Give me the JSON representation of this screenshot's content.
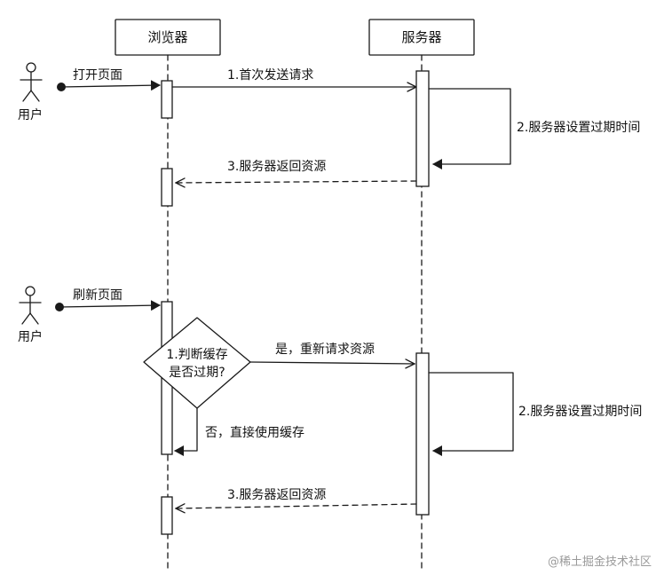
{
  "participants": {
    "browser": "浏览器",
    "server": "服务器"
  },
  "actors": {
    "user_top": "用户",
    "user_bottom": "用户"
  },
  "messages": {
    "open_page": "打开页面",
    "first_request": "1.首次发送请求",
    "server_set_expiry_1": "2.服务器设置过期时间",
    "server_return_1": "3.服务器返回资源",
    "refresh_page": "刷新页面",
    "judge_cache_line1": "1.判断缓存",
    "judge_cache_line2": "是否过期?",
    "yes_rerequest": "是，重新请求资源",
    "no_use_cache": "否，直接使用缓存",
    "server_set_expiry_2": "2.服务器设置过期时间",
    "server_return_2": "3.服务器返回资源"
  },
  "watermark": "@稀土掘金技术社区"
}
